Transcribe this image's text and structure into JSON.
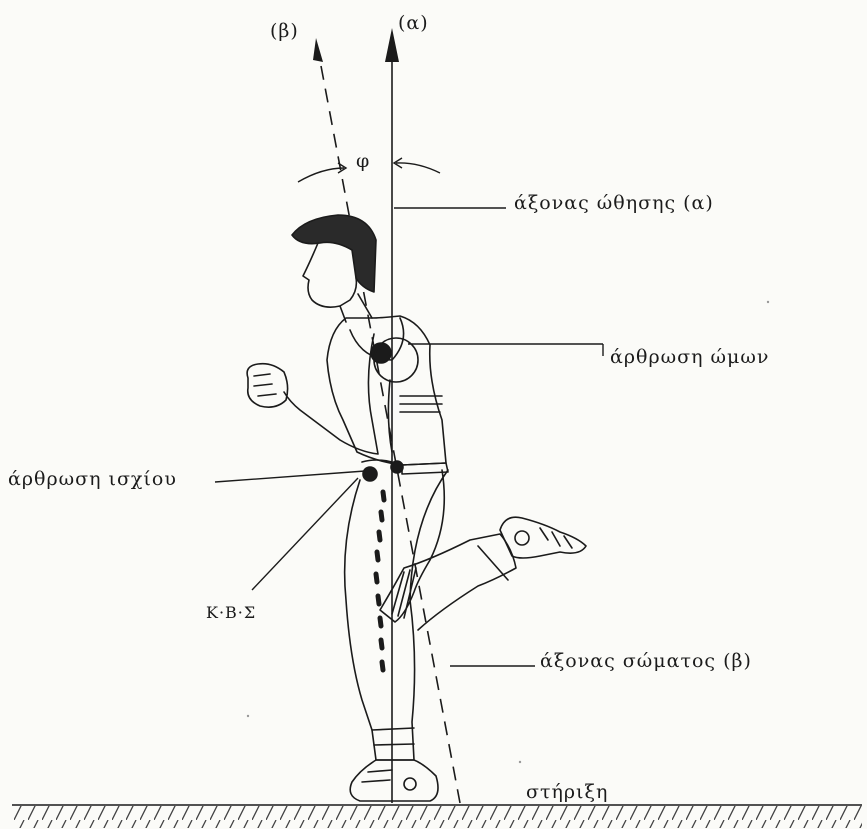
{
  "labels": {
    "axis_beta_marker": "(β)",
    "axis_alpha_marker": "(α)",
    "angle": "φ",
    "thrust_axis": "άξονας ώθησης (α)",
    "shoulder_joint": "άρθρωση ώμων",
    "hip_joint": "άρθρωση ισχίου",
    "center_of_gravity": "Κ·Β·Σ",
    "body_axis": "άξονας σώματος (β)",
    "support": "στήριξη"
  },
  "colors": {
    "ink": "#1b1b1b",
    "paper": "#fbfbf8",
    "hatch": "#444444"
  }
}
